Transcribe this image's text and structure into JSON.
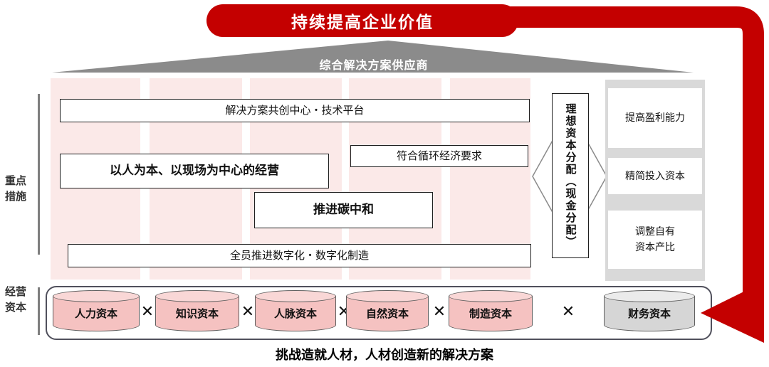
{
  "banner": {
    "label": "持续提高企业价值"
  },
  "roof": {
    "label": "综合解决方案供应商"
  },
  "side": {
    "measures_label": "重点措施",
    "capital_label": "经营资本"
  },
  "measures": {
    "platform": "解决方案共创中心・技术平台",
    "people": "以人为本、以现场为中心的经营",
    "circular": "符合循环经济要求",
    "carbon": "推进碳中和",
    "digital": "全员推进数字化・数字化制造"
  },
  "allocation": {
    "label": "理想资本分配（现金分配）"
  },
  "outcomes": [
    "提高盈利能力",
    "精简投入资本",
    "调整自有资本产比"
  ],
  "capitals": {
    "items": [
      "人力资本",
      "知识资本",
      "人脉资本",
      "自然资本",
      "制造资本",
      "财务资本"
    ],
    "separator": "✕"
  },
  "caption": {
    "text": "挑战造就人材，人材创造新的解决方案"
  },
  "colors": {
    "accent_red": "#c40000",
    "roof_gray": "#8b8b8b",
    "stripe_pink": "#fbe9e8",
    "panel_gray": "#d9d9d9",
    "cylinder_pink": "#f5c2c1",
    "cylinder_gray": "#d6d6d6"
  }
}
